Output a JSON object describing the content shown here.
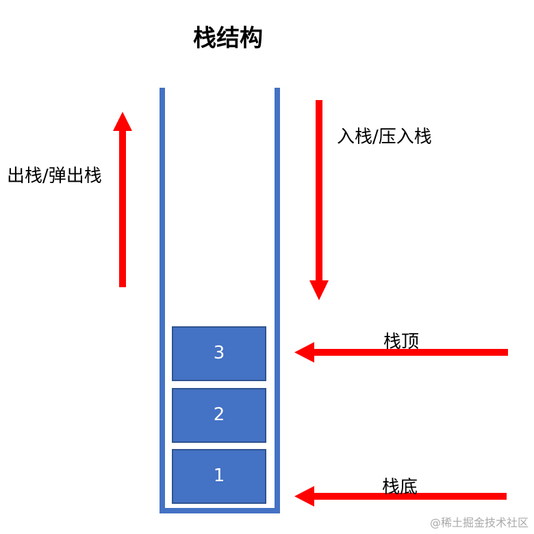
{
  "title": "栈结构",
  "labels": {
    "push": "入栈/压入栈",
    "pop": "出栈/弹出栈",
    "top": "栈顶",
    "bottom": "栈底"
  },
  "stack_items": [
    "3",
    "2",
    "1"
  ],
  "watermark": "@稀土掘金技术社区",
  "colors": {
    "container": "#4472c4",
    "block_fill": "#4472c4",
    "block_border": "#2f528f",
    "arrow": "#ff0000",
    "block_text": "#ffffff",
    "watermark": "#a9a9a9"
  }
}
